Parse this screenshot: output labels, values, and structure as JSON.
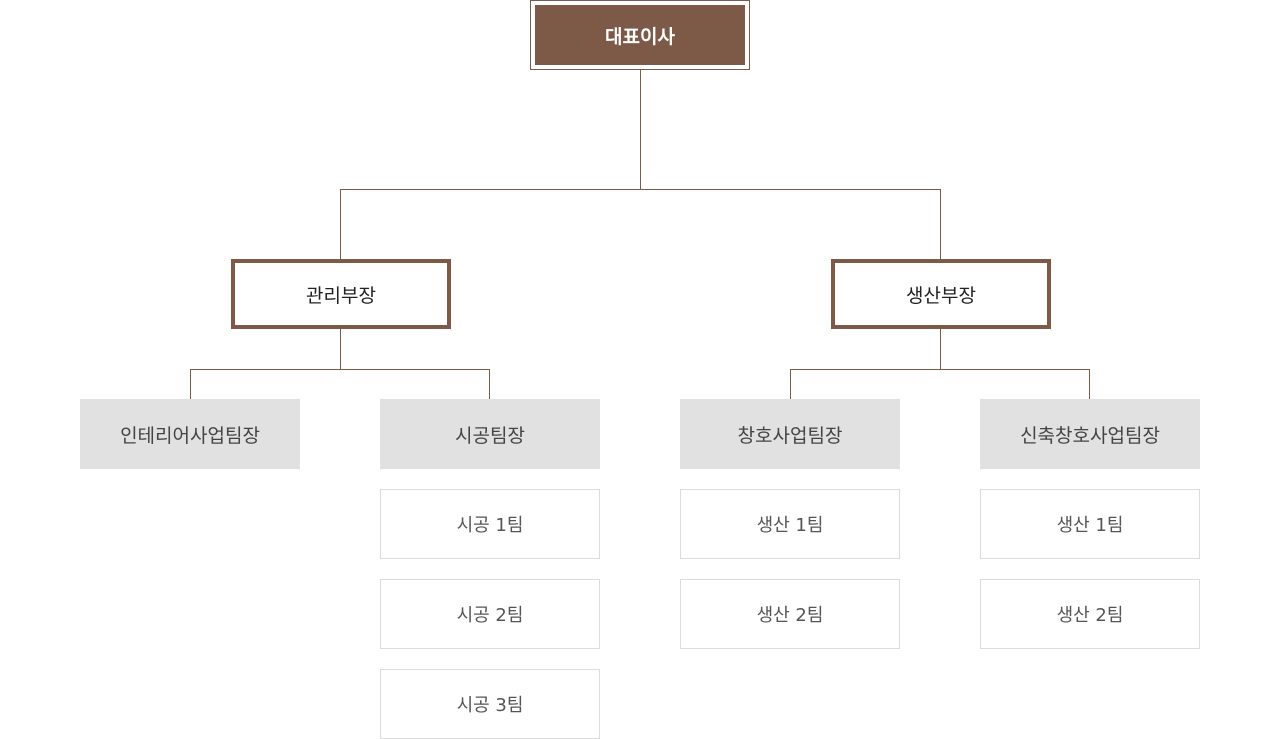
{
  "ceo": {
    "label": "대표이사"
  },
  "managers": [
    {
      "label": "관리부장"
    },
    {
      "label": "생산부장"
    }
  ],
  "leads": [
    {
      "label": "인테리어사업팀장"
    },
    {
      "label": "시공팀장"
    },
    {
      "label": "창호사업팀장"
    },
    {
      "label": "신축창호사업팀장"
    }
  ],
  "teams": {
    "construction": [
      {
        "label": "시공 1팀"
      },
      {
        "label": "시공 2팀"
      },
      {
        "label": "시공 3팀"
      }
    ],
    "window": [
      {
        "label": "생산 1팀"
      },
      {
        "label": "생산 2팀"
      }
    ],
    "new_window": [
      {
        "label": "생산 1팀"
      },
      {
        "label": "생산 2팀"
      }
    ]
  },
  "colors": {
    "accent": "#7d5a48",
    "lead_bg": "#e1e1e1",
    "team_border": "#dcdcdc"
  }
}
